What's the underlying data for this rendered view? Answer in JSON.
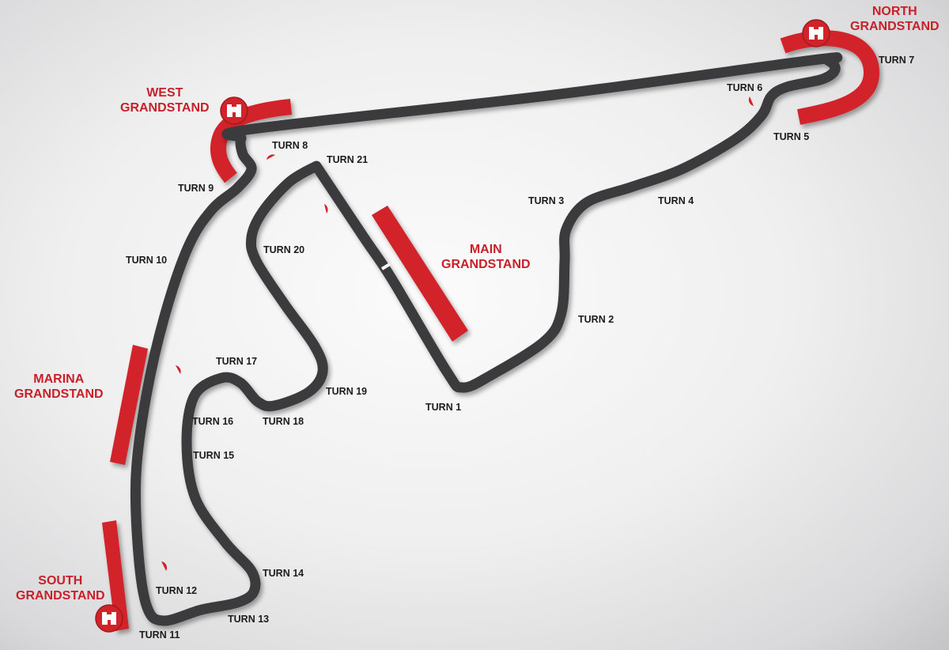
{
  "colors": {
    "track": "#3b3b3d",
    "grandstand": "#d2232a",
    "label": "#1c1c1c",
    "grandstand_label": "#c8202b"
  },
  "grandstands": [
    {
      "id": "north",
      "line1": "NORTH",
      "line2": "GRANDSTAND",
      "icon": "binoculars-icon"
    },
    {
      "id": "west",
      "line1": "WEST",
      "line2": "GRANDSTAND",
      "icon": "binoculars-icon"
    },
    {
      "id": "main",
      "line1": "MAIN",
      "line2": "GRANDSTAND"
    },
    {
      "id": "marina",
      "line1": "MARINA",
      "line2": "GRANDSTAND"
    },
    {
      "id": "south",
      "line1": "SOUTH",
      "line2": "GRANDSTAND",
      "icon": "binoculars-icon"
    }
  ],
  "turns": [
    "TURN 1",
    "TURN 2",
    "TURN 3",
    "TURN 4",
    "TURN 5",
    "TURN 6",
    "TURN 7",
    "TURN 8",
    "TURN 9",
    "TURN 10",
    "TURN 11",
    "TURN 12",
    "TURN 13",
    "TURN 14",
    "TURN 15",
    "TURN 16",
    "TURN 17",
    "TURN 18",
    "TURN 19",
    "TURN 20",
    "TURN 21"
  ]
}
